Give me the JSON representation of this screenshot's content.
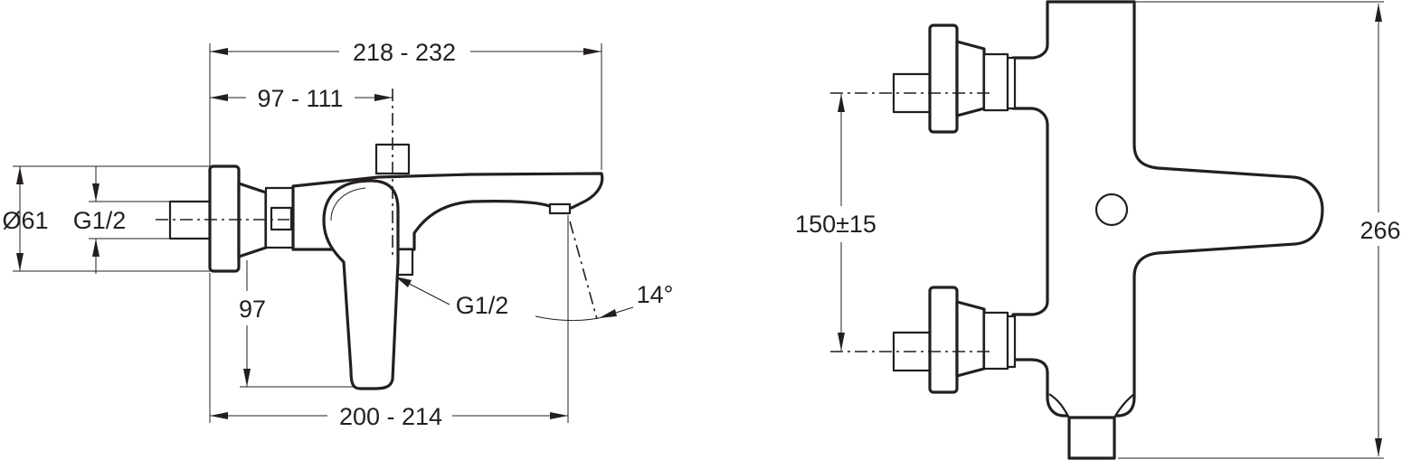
{
  "drawing": {
    "side_view": {
      "overall_width": "218 - 232",
      "inlet_to_diverter": "97 - 111",
      "inlet_to_spout": "200 - 214",
      "handle_drop": "97",
      "flange_diameter": "Ø61",
      "inlet_thread": "G1/2",
      "outlet_thread": "G1/2",
      "spout_angle": "14°"
    },
    "front_view": {
      "inlet_spacing": "150±15",
      "overall_height": "266"
    }
  }
}
